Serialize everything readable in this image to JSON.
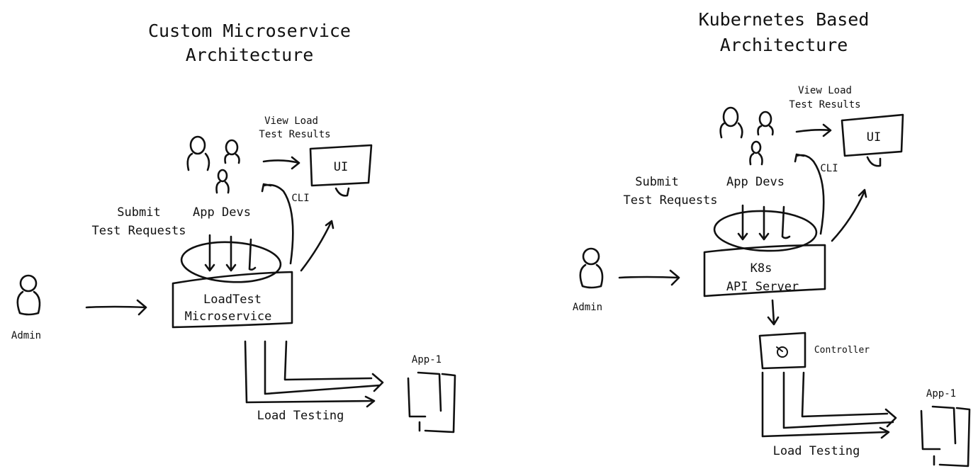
{
  "left": {
    "title_line1": "Custom Microservice",
    "title_line2": "Architecture",
    "view_results_line1": "View Load",
    "view_results_line2": "Test Results",
    "ui_label": "UI",
    "cli_label": "CLI",
    "app_devs_label": "App Devs",
    "submit_line1": "Submit",
    "submit_line2": "Test Requests",
    "service_line1": "LoadTest",
    "service_line2": "Microservice",
    "admin_label": "Admin",
    "app_label": "App-1",
    "load_testing_label": "Load Testing"
  },
  "right": {
    "title_line1": "Kubernetes Based",
    "title_line2": "Architecture",
    "view_results_line1": "View Load",
    "view_results_line2": "Test Results",
    "ui_label": "UI",
    "cli_label": "CLI",
    "app_devs_label": "App Devs",
    "submit_line1": "Submit",
    "submit_line2": "Test Requests",
    "server_line1": "K8s",
    "server_line2": "API Server",
    "controller_label": "Controller",
    "admin_label": "Admin",
    "app_label": "App-1",
    "load_testing_label": "Load Testing"
  }
}
